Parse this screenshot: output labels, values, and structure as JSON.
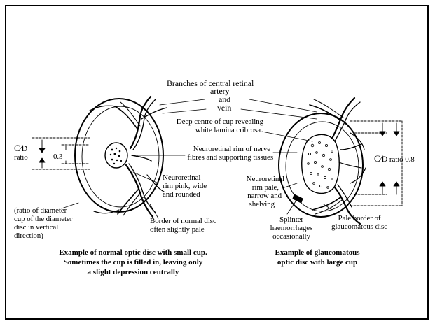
{
  "labels": {
    "branches": "Branches of central retinal",
    "artery": "artery",
    "and": "and",
    "vein": "vein",
    "deep_centre_1": "Deep centre of cup revealing",
    "deep_centre_2": "white lamina cribrosa",
    "neuro_rim_1": "Neuroretinal rim of nerve",
    "neuro_rim_2": "fibres and supporting tissues",
    "rim_pink_1": "Neuroretinal",
    "rim_pink_2": "rim pink, wide",
    "rim_pink_3": "and rounded",
    "rim_pale_1": "Neuroretinal",
    "rim_pale_2": "rim pale,",
    "rim_pale_3": "narrow and",
    "rim_pale_4": "shelving",
    "ratio_note_1": "(ratio of diameter",
    "ratio_note_2": "cup of the diameter",
    "ratio_note_3": "disc in vertical",
    "ratio_note_4": "direction)",
    "border_normal_1": "Border of normal disc",
    "border_normal_2": "often slightly pale",
    "splinter_1": "Splinter",
    "splinter_2": "haemorrhages",
    "splinter_3": "occasionally",
    "pale_border_1": "Pale border of",
    "pale_border_2": "glaucomatous disc"
  },
  "left_ratio": {
    "c": "C",
    "d": "D",
    "word": "ratio",
    "value": "0.3"
  },
  "right_ratio": {
    "c": "C",
    "d": "D",
    "word": "ratio",
    "value": "0.8"
  },
  "captions": {
    "normal_1": "Example of normal optic disc with small cup.",
    "normal_2": "Sometimes the cup is filled in, leaving only",
    "normal_3": "a slight depression centrally",
    "glaucoma_1": "Example of glaucomatous",
    "glaucoma_2": "optic disc with large cup"
  }
}
